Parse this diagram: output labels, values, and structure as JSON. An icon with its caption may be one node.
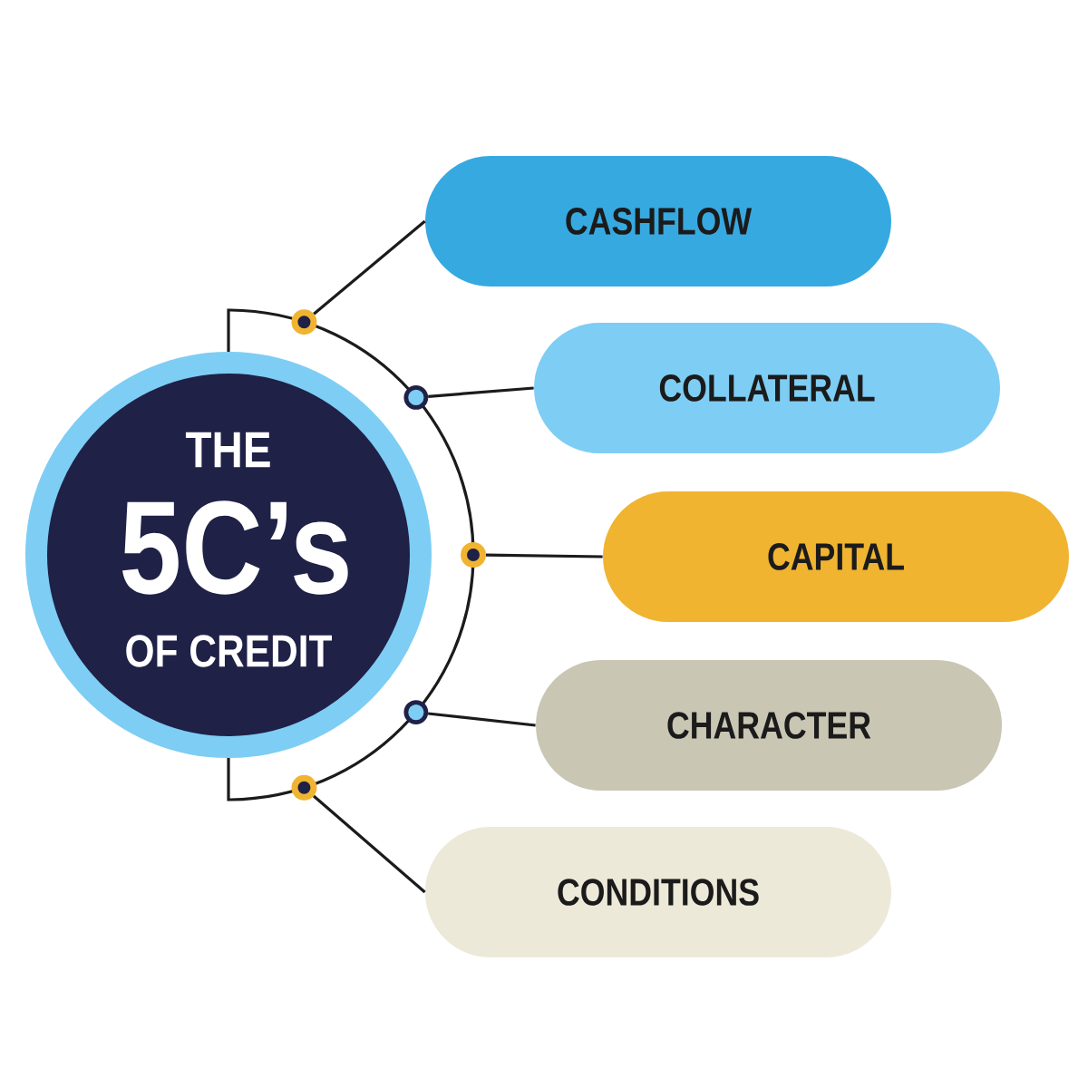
{
  "diagram": {
    "nodes": [
      {
        "text": [
          "THE",
          "5C’s",
          "OF CREDIT"
        ]
      },
      {
        "text": [
          "CASHFLOW"
        ]
      },
      {
        "text": [
          "COLLATERAL"
        ]
      },
      {
        "text": [
          "CAPITAL"
        ]
      },
      {
        "text": [
          "CHARACTER"
        ]
      },
      {
        "text": [
          "CONDITIONS"
        ]
      },
      {
        "text": [],
        "shape": "circle"
      },
      {
        "text": [],
        "shape": "circle"
      },
      {
        "text": [],
        "shape": "circle"
      },
      {
        "text": [],
        "shape": "circle"
      },
      {
        "text": [],
        "shape": "circle"
      }
    ],
    "edges": [
      {
        "from": 6,
        "to": 1,
        "arrow": "none"
      },
      {
        "from": 7,
        "to": 2,
        "arrow": "none"
      },
      {
        "from": 8,
        "to": 3,
        "arrow": "none"
      },
      {
        "from": 9,
        "to": 4,
        "arrow": "none"
      },
      {
        "from": 10,
        "to": 5,
        "arrow": "none"
      }
    ]
  }
}
